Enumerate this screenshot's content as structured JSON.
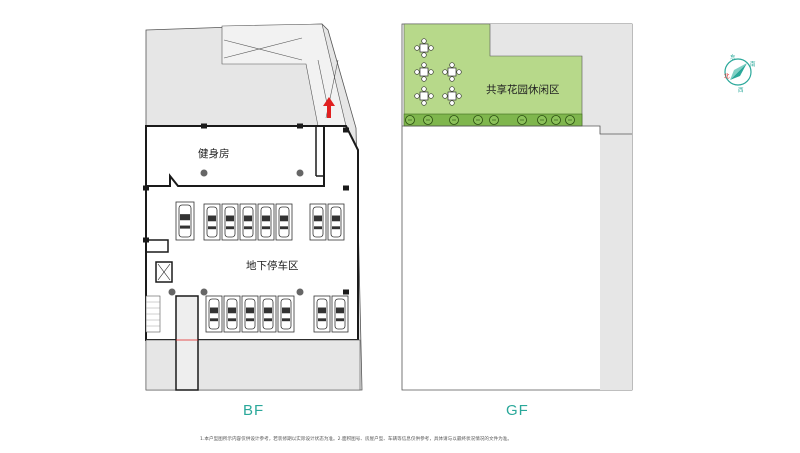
{
  "floors": {
    "bf_label": "BF",
    "gf_label": "GF"
  },
  "rooms": {
    "gym": "健身房",
    "parking": "地下停车区",
    "garden": "共享花园休闲区"
  },
  "compass": {
    "north": "北",
    "east": "东",
    "south": "南",
    "west": "西"
  },
  "footnote": "1.本户型图所示内容仅供设计参考，若装修期以实际设计状态为准。2.面积图号、房屋户型、车辆等信息仅供参考，具体请与以最终状况情况的文件为准。",
  "colors": {
    "wall": "#1a1a1a",
    "site": "#e6e6e6",
    "garden": "#b7d98a",
    "accent": "#2aa89a",
    "arrow": "#e02020"
  },
  "icons": [
    "car-icon",
    "tree-icon",
    "arrow-up-icon",
    "compass-icon",
    "column-icon"
  ]
}
